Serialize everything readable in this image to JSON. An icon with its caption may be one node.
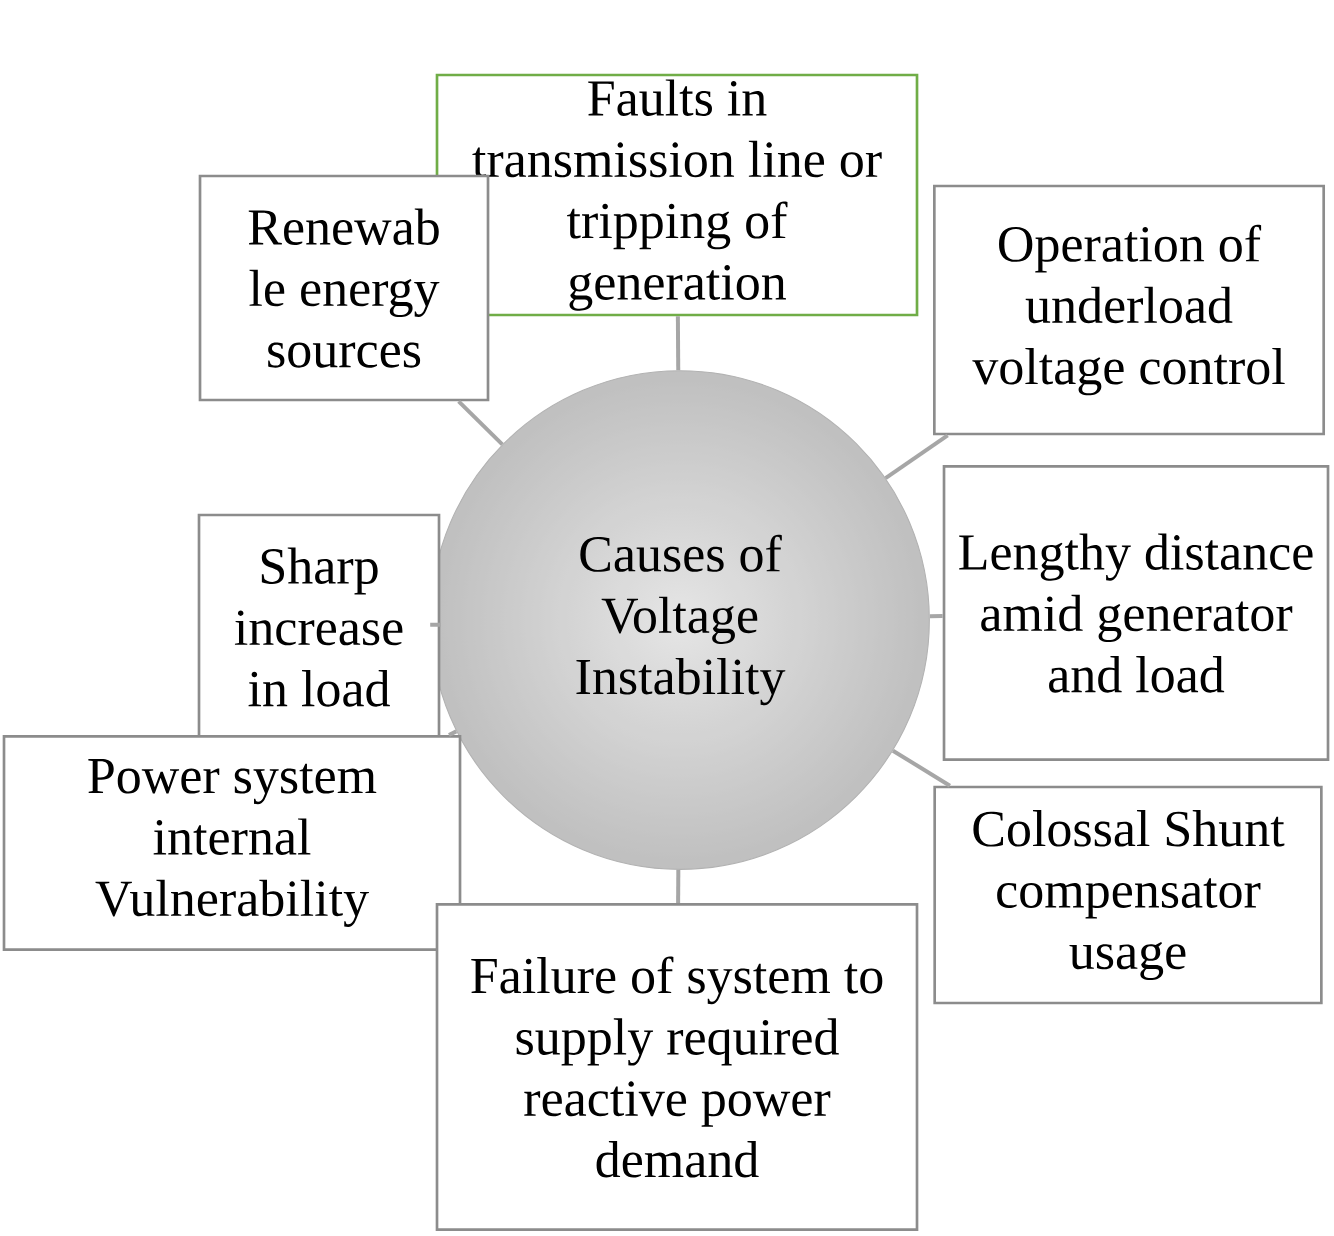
{
  "diagram": {
    "nodes": [
      {
        "text": [
          "Causes of Voltage Instability"
        ]
      },
      {
        "text": [
          "Faults in transmission line or tripping of generation"
        ]
      },
      {
        "text": [
          "Renewab le energy sources"
        ]
      },
      {
        "text": [
          "Operation of underload voltage control"
        ]
      },
      {
        "text": [
          "Sharp increase in load"
        ]
      },
      {
        "text": [
          "Lengthy distance amid generator and load"
        ]
      },
      {
        "text": [
          "Power system internal Vulnerability"
        ]
      },
      {
        "text": [
          "Colossal Shunt compensator usage"
        ]
      },
      {
        "text": [
          "Failure of system to supply required reactive power demand"
        ]
      }
    ],
    "edges": [
      {
        "from": 1,
        "to": 0,
        "arrow": "none"
      },
      {
        "from": 2,
        "to": 0,
        "arrow": "none"
      },
      {
        "from": 3,
        "to": 0,
        "arrow": "none"
      },
      {
        "from": 4,
        "to": 0,
        "arrow": "none"
      },
      {
        "from": 5,
        "to": 0,
        "arrow": "none"
      },
      {
        "from": 6,
        "to": 0,
        "arrow": "none"
      },
      {
        "from": 7,
        "to": 0,
        "arrow": "none"
      },
      {
        "from": 8,
        "to": 0,
        "arrow": "none"
      }
    ]
  }
}
